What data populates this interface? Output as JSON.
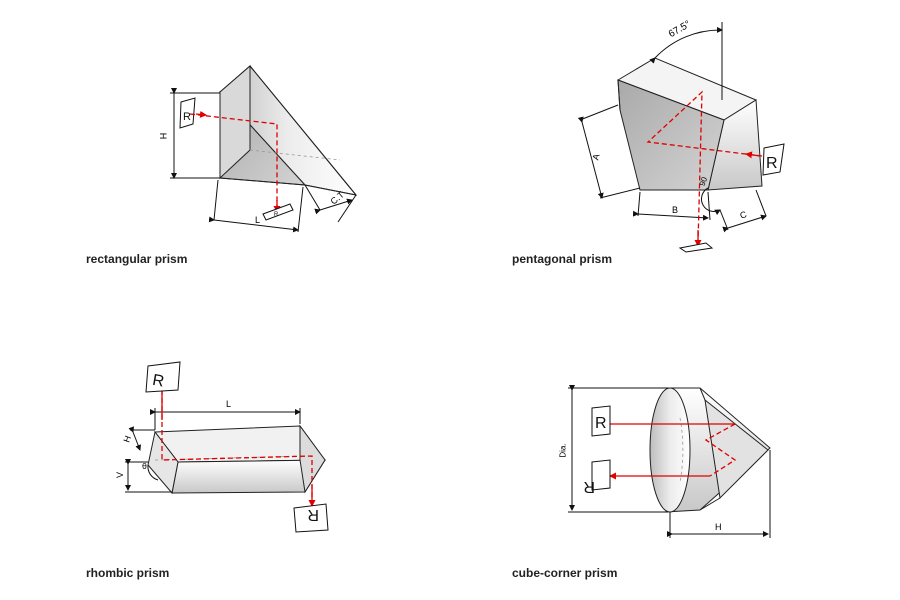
{
  "prisms": [
    {
      "id": "rectangular",
      "caption": "rectangular prism",
      "labels": {
        "height": "H",
        "length": "L",
        "thickness": "C.T",
        "letter": "R"
      }
    },
    {
      "id": "pentagonal",
      "caption": "pentagonal prism",
      "labels": {
        "angle": "67.5°",
        "side_a": "A",
        "side_b": "B",
        "side_c": "C",
        "angle_small": "90",
        "letter": "R"
      }
    },
    {
      "id": "rhombic",
      "caption": "rhombic prism",
      "labels": {
        "length": "L",
        "height": "H",
        "vertical": "V",
        "theta": "θ",
        "letter": "R"
      }
    },
    {
      "id": "cube-corner",
      "caption": "cube-corner prism",
      "labels": {
        "diameter": "Dia.",
        "height": "H",
        "letter": "R"
      }
    }
  ]
}
